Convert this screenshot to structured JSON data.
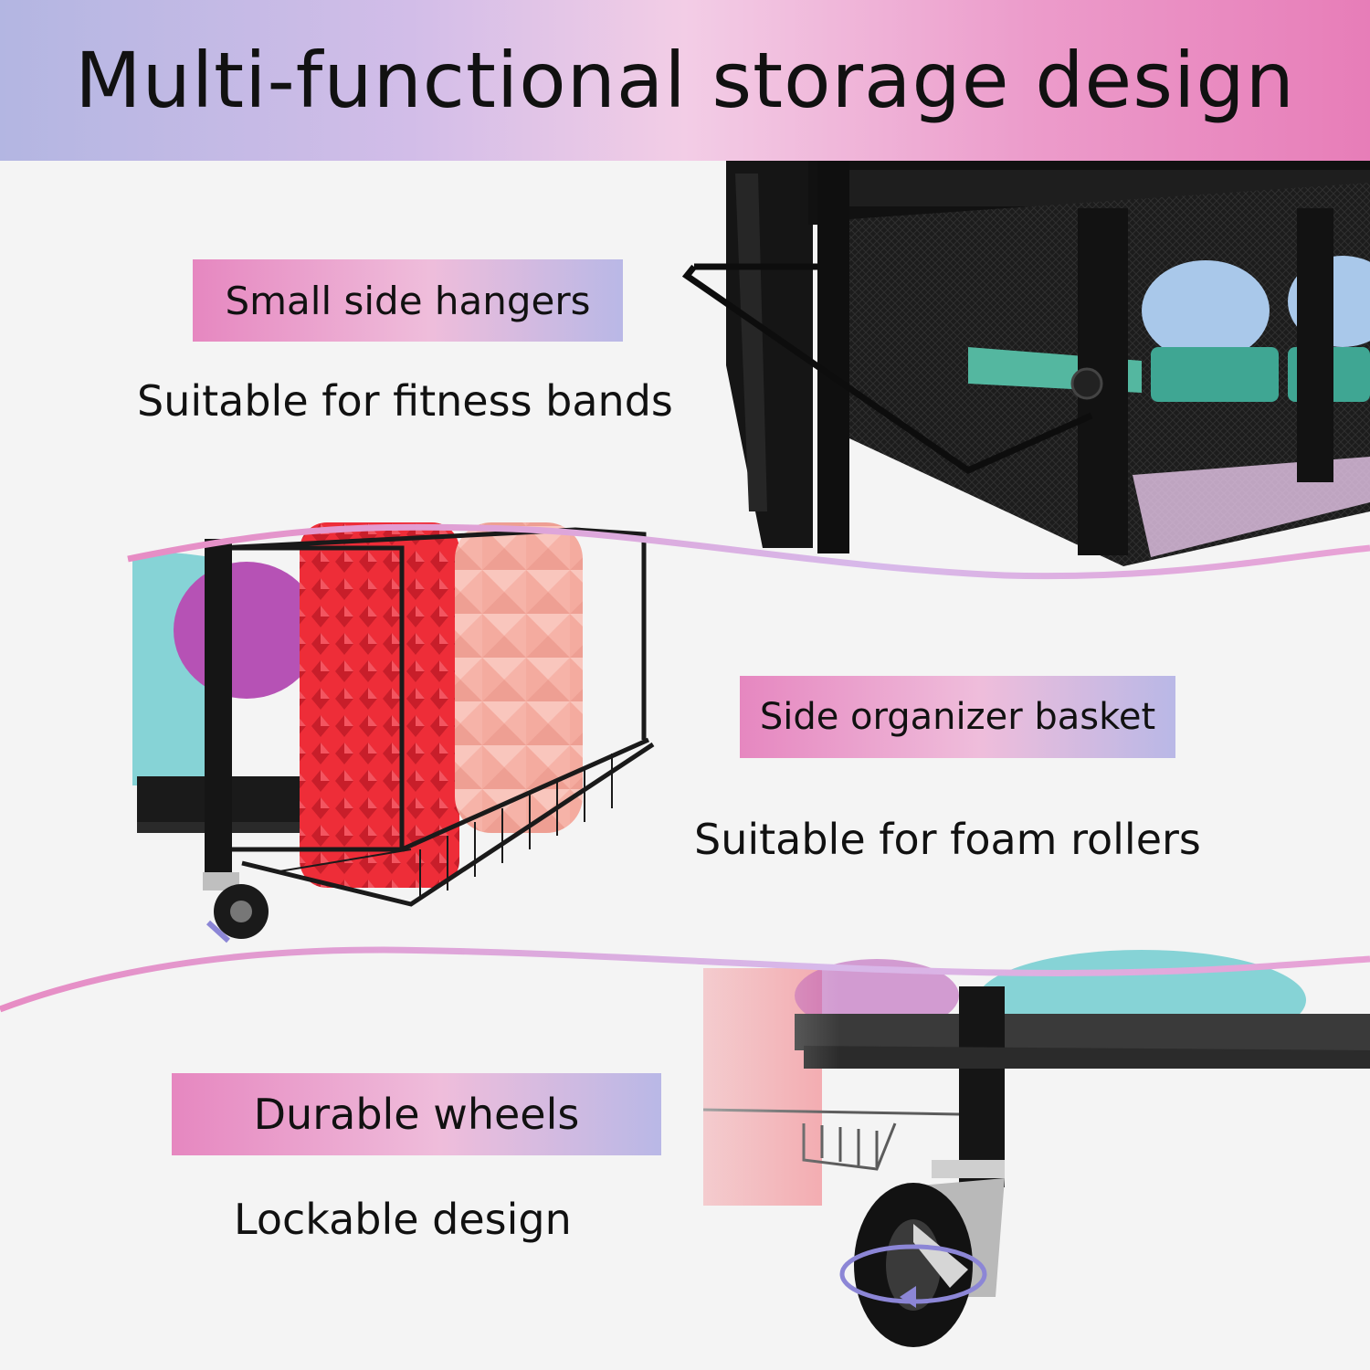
{
  "header": {
    "title": "Multi-functional storage design"
  },
  "features": [
    {
      "label": "Small side hangers",
      "caption": "Suitable for fitness bands"
    },
    {
      "label": "Side organizer basket",
      "caption": "Suitable for foam rollers"
    },
    {
      "label": "Durable wheels",
      "caption": "Lockable design"
    }
  ],
  "colors": {
    "header_left": "#b3b6e2",
    "header_right": "#e77db8",
    "pill_pink": "#e687c0",
    "pill_lavender": "#b9b8e6",
    "frame_black": "#1a1a1a",
    "foam_red": "#ef2f3a",
    "foam_pink": "#f6b1a6",
    "kettlebell_teal": "#86d3d6",
    "kettlebell_purple": "#b34fb0"
  },
  "icons": [
    "rotate-arrow-icon"
  ]
}
